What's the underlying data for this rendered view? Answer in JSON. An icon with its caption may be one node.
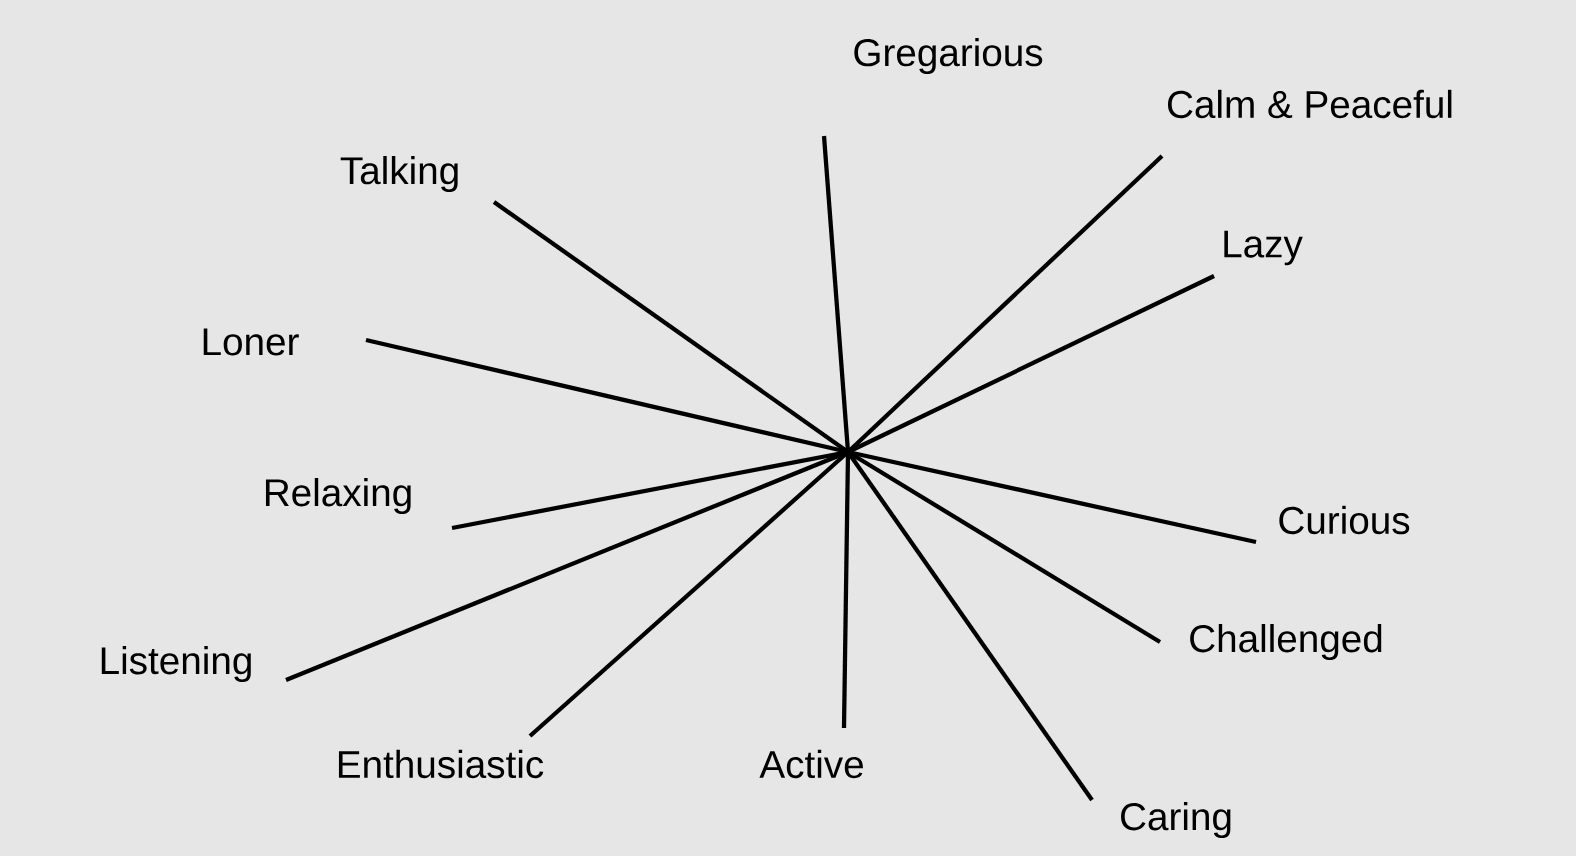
{
  "diagram": {
    "nodes": [
      {
        "text": [
          "Gregarious"
        ]
      },
      {
        "text": [
          "Calm & Peaceful"
        ]
      },
      {
        "text": [
          "Talking"
        ]
      },
      {
        "text": [
          "Lazy"
        ]
      },
      {
        "text": [
          "Loner"
        ]
      },
      {
        "text": [
          "Relaxing"
        ]
      },
      {
        "text": [
          "Curious"
        ]
      },
      {
        "text": [
          "Challenged"
        ]
      },
      {
        "text": [
          "Listening"
        ]
      },
      {
        "text": [
          "Enthusiastic"
        ]
      },
      {
        "text": [
          "Active"
        ]
      },
      {
        "text": [
          "Caring"
        ]
      }
    ],
    "edges": [
      {
        "from": null,
        "to": 0,
        "arrow": "none"
      },
      {
        "from": null,
        "to": 1,
        "arrow": "none"
      },
      {
        "from": null,
        "to": 2,
        "arrow": "none"
      },
      {
        "from": null,
        "to": 3,
        "arrow": "none"
      },
      {
        "from": null,
        "to": 4,
        "arrow": "none"
      },
      {
        "from": null,
        "to": 5,
        "arrow": "none"
      },
      {
        "from": null,
        "to": 6,
        "arrow": "none"
      },
      {
        "from": null,
        "to": 7,
        "arrow": "none"
      },
      {
        "from": null,
        "to": 8,
        "arrow": "none"
      },
      {
        "from": null,
        "to": 9,
        "arrow": "none"
      },
      {
        "from": null,
        "to": 10,
        "arrow": "none"
      },
      {
        "from": null,
        "to": 11,
        "arrow": "none"
      }
    ]
  }
}
